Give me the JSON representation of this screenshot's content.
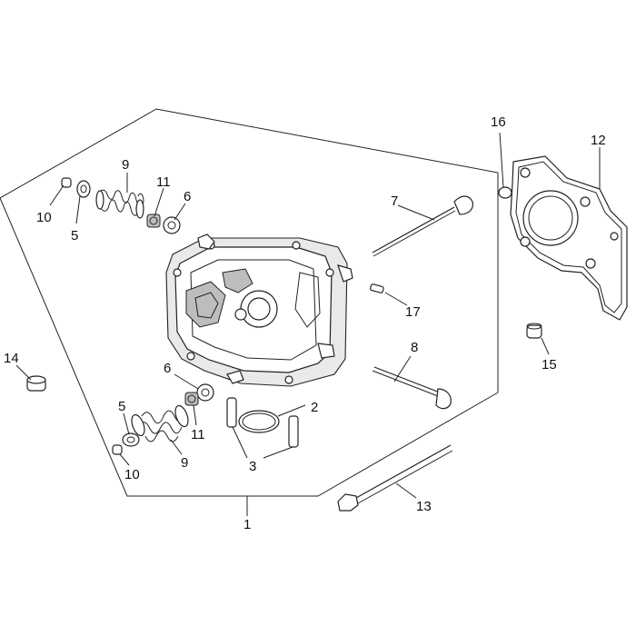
{
  "diagram": {
    "callouts": [
      {
        "id": "c1",
        "text": "1"
      },
      {
        "id": "c2",
        "text": "2"
      },
      {
        "id": "c3",
        "text": "3"
      },
      {
        "id": "c5a",
        "text": "5"
      },
      {
        "id": "c5b",
        "text": "5"
      },
      {
        "id": "c6a",
        "text": "6"
      },
      {
        "id": "c6b",
        "text": "6"
      },
      {
        "id": "c7",
        "text": "7"
      },
      {
        "id": "c8",
        "text": "8"
      },
      {
        "id": "c9a",
        "text": "9"
      },
      {
        "id": "c9b",
        "text": "9"
      },
      {
        "id": "c10a",
        "text": "10"
      },
      {
        "id": "c10b",
        "text": "10"
      },
      {
        "id": "c11a",
        "text": "11"
      },
      {
        "id": "c11b",
        "text": "11"
      },
      {
        "id": "c12",
        "text": "12"
      },
      {
        "id": "c13",
        "text": "13"
      },
      {
        "id": "c14",
        "text": "14"
      },
      {
        "id": "c15",
        "text": "15"
      },
      {
        "id": "c16",
        "text": "16"
      },
      {
        "id": "c17",
        "text": "17"
      }
    ]
  }
}
